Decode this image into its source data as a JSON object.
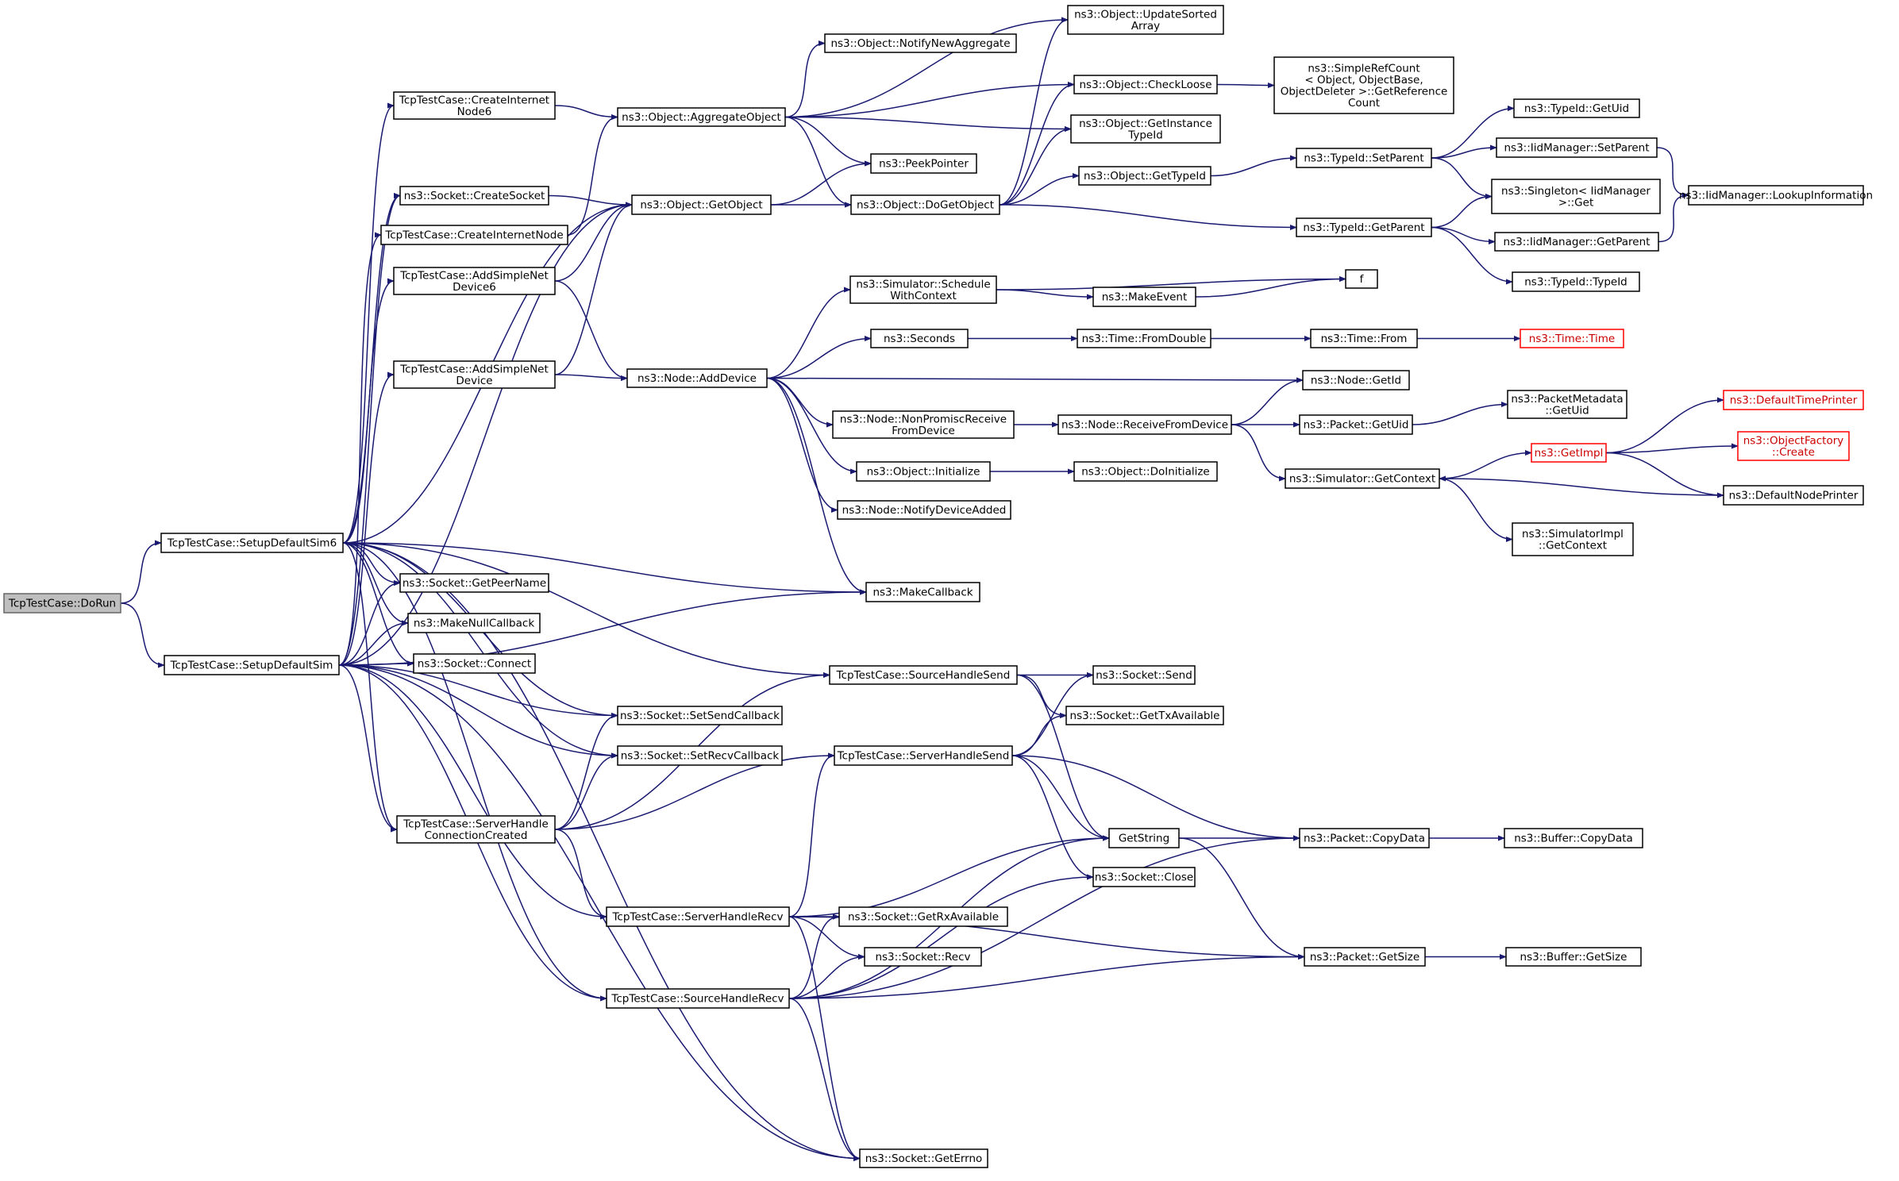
{
  "colors": {
    "edge": "#191970",
    "root_fill": "#bfbfbf",
    "missing_border": "#ff0000"
  },
  "nodes": [
    {
      "id": "dorun",
      "lines": [
        "TcpTestCase::DoRun"
      ],
      "style": "root"
    },
    {
      "id": "setupsim6",
      "lines": [
        "TcpTestCase::SetupDefaultSim6"
      ]
    },
    {
      "id": "setupsim",
      "lines": [
        "TcpTestCase::SetupDefaultSim"
      ]
    },
    {
      "id": "createinet6",
      "lines": [
        "TcpTestCase::CreateInternet",
        "Node6"
      ]
    },
    {
      "id": "createsocket",
      "lines": [
        "ns3::Socket::CreateSocket"
      ]
    },
    {
      "id": "createinet",
      "lines": [
        "TcpTestCase::CreateInternetNode"
      ]
    },
    {
      "id": "addsimple6",
      "lines": [
        "TcpTestCase::AddSimpleNet",
        "Device6"
      ]
    },
    {
      "id": "addsimple",
      "lines": [
        "TcpTestCase::AddSimpleNet",
        "Device"
      ]
    },
    {
      "id": "getpeername",
      "lines": [
        "ns3::Socket::GetPeerName"
      ]
    },
    {
      "id": "makenullcb",
      "lines": [
        "ns3::MakeNullCallback"
      ]
    },
    {
      "id": "connect",
      "lines": [
        "ns3::Socket::Connect"
      ]
    },
    {
      "id": "serverconn",
      "lines": [
        "TcpTestCase::ServerHandle",
        "ConnectionCreated"
      ]
    },
    {
      "id": "aggregate",
      "lines": [
        "ns3::Object::AggregateObject"
      ]
    },
    {
      "id": "getobject",
      "lines": [
        "ns3::Object::GetObject"
      ]
    },
    {
      "id": "adddevice",
      "lines": [
        "ns3::Node::AddDevice"
      ]
    },
    {
      "id": "setsendcb",
      "lines": [
        "ns3::Socket::SetSendCallback"
      ]
    },
    {
      "id": "setrecvcb",
      "lines": [
        "ns3::Socket::SetRecvCallback"
      ]
    },
    {
      "id": "serverrecv",
      "lines": [
        "TcpTestCase::ServerHandleRecv"
      ]
    },
    {
      "id": "sourcerecv",
      "lines": [
        "TcpTestCase::SourceHandleRecv"
      ]
    },
    {
      "id": "notifyagg",
      "lines": [
        "ns3::Object::NotifyNewAggregate"
      ]
    },
    {
      "id": "peekpointer",
      "lines": [
        "ns3::PeekPointer"
      ]
    },
    {
      "id": "dogetobject",
      "lines": [
        "ns3::Object::DoGetObject"
      ]
    },
    {
      "id": "schedctx",
      "lines": [
        "ns3::Simulator::Schedule",
        "WithContext"
      ]
    },
    {
      "id": "seconds",
      "lines": [
        "ns3::Seconds"
      ]
    },
    {
      "id": "nonpromisc",
      "lines": [
        "ns3::Node::NonPromiscReceive",
        "FromDevice"
      ]
    },
    {
      "id": "initialize",
      "lines": [
        "ns3::Object::Initialize"
      ]
    },
    {
      "id": "notifydevadded",
      "lines": [
        "ns3::Node::NotifyDeviceAdded"
      ]
    },
    {
      "id": "makecallback",
      "lines": [
        "ns3::MakeCallback"
      ]
    },
    {
      "id": "sourcesend",
      "lines": [
        "TcpTestCase::SourceHandleSend"
      ]
    },
    {
      "id": "serversend",
      "lines": [
        "TcpTestCase::ServerHandleSend"
      ]
    },
    {
      "id": "getrxavail",
      "lines": [
        "ns3::Socket::GetRxAvailable"
      ]
    },
    {
      "id": "recv",
      "lines": [
        "ns3::Socket::Recv"
      ]
    },
    {
      "id": "geterrno",
      "lines": [
        "ns3::Socket::GetErrno"
      ]
    },
    {
      "id": "updatesorted",
      "lines": [
        "ns3::Object::UpdateSorted",
        "Array"
      ]
    },
    {
      "id": "checkloose",
      "lines": [
        "ns3::Object::CheckLoose"
      ]
    },
    {
      "id": "getinsttypeid",
      "lines": [
        "ns3::Object::GetInstance",
        "TypeId"
      ]
    },
    {
      "id": "objgettypeid",
      "lines": [
        "ns3::Object::GetTypeId"
      ]
    },
    {
      "id": "makeevent",
      "lines": [
        "ns3::MakeEvent"
      ]
    },
    {
      "id": "fromdouble",
      "lines": [
        "ns3::Time::FromDouble"
      ]
    },
    {
      "id": "recvfromdev",
      "lines": [
        "ns3::Node::ReceiveFromDevice"
      ]
    },
    {
      "id": "doinitialize",
      "lines": [
        "ns3::Object::DoInitialize"
      ]
    },
    {
      "id": "send",
      "lines": [
        "ns3::Socket::Send"
      ]
    },
    {
      "id": "gettxavail",
      "lines": [
        "ns3::Socket::GetTxAvailable"
      ]
    },
    {
      "id": "getstring",
      "lines": [
        "GetString"
      ]
    },
    {
      "id": "close",
      "lines": [
        "ns3::Socket::Close"
      ]
    },
    {
      "id": "refcount",
      "lines": [
        "ns3::SimpleRefCount",
        "< Object, ObjectBase,",
        "ObjectDeleter >::GetReference",
        "Count"
      ]
    },
    {
      "id": "setparent",
      "lines": [
        "ns3::TypeId::SetParent"
      ]
    },
    {
      "id": "getparent",
      "lines": [
        "ns3::TypeId::GetParent"
      ]
    },
    {
      "id": "f",
      "lines": [
        "f"
      ]
    },
    {
      "id": "timefrom",
      "lines": [
        "ns3::Time::From"
      ]
    },
    {
      "id": "nodegetid",
      "lines": [
        "ns3::Node::GetId"
      ]
    },
    {
      "id": "packetgetuid",
      "lines": [
        "ns3::Packet::GetUid"
      ]
    },
    {
      "id": "simgetctx",
      "lines": [
        "ns3::Simulator::GetContext"
      ]
    },
    {
      "id": "copydata",
      "lines": [
        "ns3::Packet::CopyData"
      ]
    },
    {
      "id": "packetgetsize",
      "lines": [
        "ns3::Packet::GetSize"
      ]
    },
    {
      "id": "typeidgetuid",
      "lines": [
        "ns3::TypeId::GetUid"
      ]
    },
    {
      "id": "iidsetparent",
      "lines": [
        "ns3::IidManager::SetParent"
      ]
    },
    {
      "id": "singletonget",
      "lines": [
        "ns3::Singleton< IidManager",
        ">::Get"
      ]
    },
    {
      "id": "iidgetparent",
      "lines": [
        "ns3::IidManager::GetParent"
      ]
    },
    {
      "id": "typeidtypeid",
      "lines": [
        "ns3::TypeId::TypeId"
      ]
    },
    {
      "id": "timetime",
      "lines": [
        "ns3::Time::Time"
      ],
      "style": "red"
    },
    {
      "id": "metagetuid",
      "lines": [
        "ns3::PacketMetadata",
        "::GetUid"
      ]
    },
    {
      "id": "getimpl",
      "lines": [
        "ns3::GetImpl"
      ],
      "style": "red"
    },
    {
      "id": "simimplctx",
      "lines": [
        "ns3::SimulatorImpl",
        "::GetContext"
      ]
    },
    {
      "id": "buffercopy",
      "lines": [
        "ns3::Buffer::CopyData"
      ]
    },
    {
      "id": "buffersize",
      "lines": [
        "ns3::Buffer::GetSize"
      ]
    },
    {
      "id": "lookupinfo",
      "lines": [
        "ns3::IidManager::LookupInformation"
      ]
    },
    {
      "id": "deftimeprinter",
      "lines": [
        "ns3::DefaultTimePrinter"
      ],
      "style": "red"
    },
    {
      "id": "objfactory",
      "lines": [
        "ns3::ObjectFactory",
        "::Create"
      ],
      "style": "red"
    },
    {
      "id": "defnodeprinter",
      "lines": [
        "ns3::DefaultNodePrinter"
      ]
    }
  ],
  "edges": [
    [
      "dorun",
      "setupsim6"
    ],
    [
      "dorun",
      "setupsim"
    ],
    [
      "setupsim6",
      "createinet6"
    ],
    [
      "setupsim6",
      "getobject"
    ],
    [
      "setupsim6",
      "createsocket"
    ],
    [
      "setupsim6",
      "addsimple6"
    ],
    [
      "setupsim6",
      "makecallback"
    ],
    [
      "setupsim6",
      "getpeername"
    ],
    [
      "setupsim6",
      "makenullcb"
    ],
    [
      "setupsim6",
      "connect"
    ],
    [
      "setupsim6",
      "serverconn"
    ],
    [
      "setupsim6",
      "setsendcb"
    ],
    [
      "setupsim6",
      "setrecvcb"
    ],
    [
      "setupsim6",
      "sourcesend"
    ],
    [
      "setupsim6",
      "sourcerecv"
    ],
    [
      "setupsim6",
      "geterrno"
    ],
    [
      "setupsim",
      "createsocket"
    ],
    [
      "setupsim",
      "createinet"
    ],
    [
      "setupsim",
      "addsimple"
    ],
    [
      "setupsim",
      "getobject"
    ],
    [
      "setupsim",
      "getpeername"
    ],
    [
      "setupsim",
      "makenullcb"
    ],
    [
      "setupsim",
      "connect"
    ],
    [
      "setupsim",
      "makecallback"
    ],
    [
      "setupsim",
      "setsendcb"
    ],
    [
      "setupsim",
      "setrecvcb"
    ],
    [
      "setupsim",
      "serverconn"
    ],
    [
      "setupsim",
      "serverrecv"
    ],
    [
      "setupsim",
      "sourcerecv"
    ],
    [
      "setupsim",
      "geterrno"
    ],
    [
      "createinet6",
      "aggregate"
    ],
    [
      "createsocket",
      "getobject"
    ],
    [
      "createinet",
      "aggregate"
    ],
    [
      "addsimple6",
      "getobject"
    ],
    [
      "addsimple6",
      "adddevice"
    ],
    [
      "addsimple",
      "getobject"
    ],
    [
      "addsimple",
      "adddevice"
    ],
    [
      "serverconn",
      "setsendcb"
    ],
    [
      "serverconn",
      "setrecvcb"
    ],
    [
      "serverconn",
      "serversend"
    ],
    [
      "serverconn",
      "sourcesend"
    ],
    [
      "serverconn",
      "serverrecv"
    ],
    [
      "aggregate",
      "updatesorted"
    ],
    [
      "aggregate",
      "notifyagg"
    ],
    [
      "aggregate",
      "checkloose"
    ],
    [
      "aggregate",
      "getinsttypeid"
    ],
    [
      "aggregate",
      "peekpointer"
    ],
    [
      "aggregate",
      "dogetobject"
    ],
    [
      "getobject",
      "peekpointer"
    ],
    [
      "getobject",
      "dogetobject"
    ],
    [
      "dogetobject",
      "updatesorted"
    ],
    [
      "dogetobject",
      "checkloose"
    ],
    [
      "dogetobject",
      "getinsttypeid"
    ],
    [
      "dogetobject",
      "objgettypeid"
    ],
    [
      "dogetobject",
      "getparent"
    ],
    [
      "adddevice",
      "schedctx"
    ],
    [
      "adddevice",
      "seconds"
    ],
    [
      "adddevice",
      "nodegetid"
    ],
    [
      "adddevice",
      "nonpromisc"
    ],
    [
      "adddevice",
      "initialize"
    ],
    [
      "adddevice",
      "notifydevadded"
    ],
    [
      "adddevice",
      "makecallback"
    ],
    [
      "schedctx",
      "makeevent"
    ],
    [
      "schedctx",
      "f"
    ],
    [
      "makeevent",
      "f"
    ],
    [
      "seconds",
      "fromdouble"
    ],
    [
      "fromdouble",
      "timefrom"
    ],
    [
      "timefrom",
      "timetime"
    ],
    [
      "nonpromisc",
      "recvfromdev"
    ],
    [
      "initialize",
      "doinitialize"
    ],
    [
      "recvfromdev",
      "nodegetid"
    ],
    [
      "recvfromdev",
      "packetgetuid"
    ],
    [
      "recvfromdev",
      "simgetctx"
    ],
    [
      "packetgetuid",
      "metagetuid"
    ],
    [
      "simgetctx",
      "getimpl"
    ],
    [
      "simgetctx",
      "simimplctx"
    ],
    [
      "getimpl",
      "deftimeprinter"
    ],
    [
      "getimpl",
      "objfactory"
    ],
    [
      "getimpl",
      "defnodeprinter"
    ],
    [
      "defnodeprinter",
      "simgetctx"
    ],
    [
      "checkloose",
      "refcount"
    ],
    [
      "objgettypeid",
      "setparent"
    ],
    [
      "setparent",
      "typeidgetuid"
    ],
    [
      "setparent",
      "iidsetparent"
    ],
    [
      "setparent",
      "singletonget"
    ],
    [
      "getparent",
      "singletonget"
    ],
    [
      "getparent",
      "iidgetparent"
    ],
    [
      "getparent",
      "typeidtypeid"
    ],
    [
      "iidsetparent",
      "lookupinfo"
    ],
    [
      "iidgetparent",
      "lookupinfo"
    ],
    [
      "sourcesend",
      "send"
    ],
    [
      "sourcesend",
      "gettxavail"
    ],
    [
      "sourcesend",
      "getstring"
    ],
    [
      "serversend",
      "send"
    ],
    [
      "serversend",
      "gettxavail"
    ],
    [
      "serversend",
      "getstring"
    ],
    [
      "serversend",
      "close"
    ],
    [
      "serversend",
      "copydata"
    ],
    [
      "serverrecv",
      "serversend"
    ],
    [
      "serverrecv",
      "getstring"
    ],
    [
      "serverrecv",
      "getrxavail"
    ],
    [
      "serverrecv",
      "recv"
    ],
    [
      "serverrecv",
      "packetgetsize"
    ],
    [
      "serverrecv",
      "geterrno"
    ],
    [
      "sourcerecv",
      "getrxavail"
    ],
    [
      "sourcerecv",
      "recv"
    ],
    [
      "sourcerecv",
      "getstring"
    ],
    [
      "sourcerecv",
      "close"
    ],
    [
      "sourcerecv",
      "copydata"
    ],
    [
      "sourcerecv",
      "packetgetsize"
    ],
    [
      "sourcerecv",
      "geterrno"
    ],
    [
      "getstring",
      "copydata"
    ],
    [
      "getstring",
      "packetgetsize"
    ],
    [
      "copydata",
      "buffercopy"
    ],
    [
      "packetgetsize",
      "buffersize"
    ]
  ]
}
